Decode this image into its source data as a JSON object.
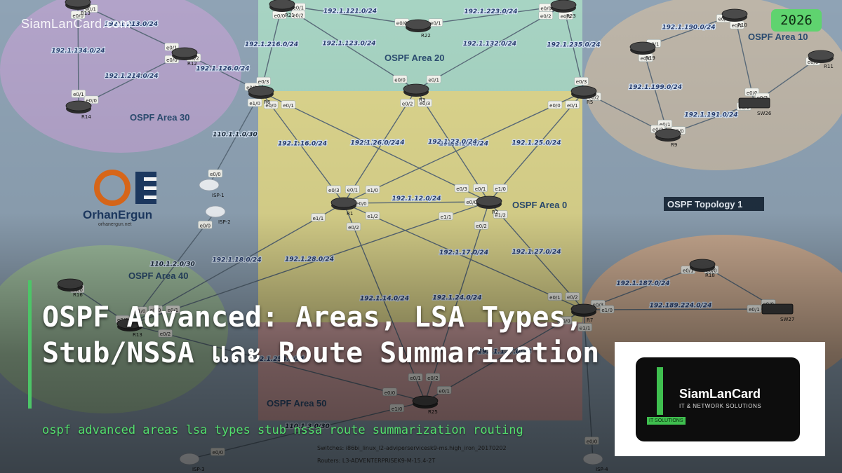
{
  "watermark": "SiamLanCard.com",
  "year_badge": "2026",
  "headline": "OSPF Advanced: Areas, LSA Types, Stub/NSSA และ Route Summarization",
  "tags": "ospf advanced areas lsa types stub nssa route summarization routing",
  "brand": {
    "name": "SiamLanCard",
    "tagline": "IT & NETWORK SOLUTIONS",
    "badge": "IT SOLUTIONS"
  },
  "colors": {
    "accent_green": "#4cc567",
    "tag_green": "#54e06e",
    "area0": "#e3d98a",
    "area20": "#a9d8c4",
    "area30": "#b8a3cc",
    "area10": "#c5b8a6",
    "area40": "#a3c49c",
    "area50": "#d4a0a0",
    "orhan_orange": "#e06a1a",
    "orhan_navy": "#1d3a63"
  },
  "diagram": {
    "topology_label": "OSPF Topology 1",
    "orhan_logo": {
      "name": "OrhanErgun",
      "url": "orhanergun.net"
    },
    "footer_lines": [
      "Switches: i86bi_linux_l2-adviperservicesk9-ms.high_iron_20170202",
      "Routers: L3-ADVENTERPRISEK9-M-15.4-2T"
    ],
    "areas": [
      {
        "name": "OSPF Area 0"
      },
      {
        "name": "OSPF Area 20"
      },
      {
        "name": "OSPF Area 30"
      },
      {
        "name": "OSPF Area 10"
      },
      {
        "name": "OSPF Area 40"
      },
      {
        "name": "OSPF Area 50"
      }
    ],
    "devices": [
      {
        "id": "R1",
        "label": "R1",
        "kind": "router"
      },
      {
        "id": "R2",
        "label": "R2",
        "kind": "router"
      },
      {
        "id": "R3",
        "label": "R3",
        "kind": "router"
      },
      {
        "id": "R5",
        "label": "R5",
        "kind": "router"
      },
      {
        "id": "R6",
        "label": "R6",
        "kind": "router"
      },
      {
        "id": "R7",
        "label": "R7",
        "kind": "router"
      },
      {
        "id": "R9",
        "label": "R9",
        "kind": "router"
      },
      {
        "id": "R10",
        "label": "R10",
        "kind": "router"
      },
      {
        "id": "R11",
        "label": "R11",
        "kind": "router"
      },
      {
        "id": "R12",
        "label": "R12",
        "kind": "router"
      },
      {
        "id": "R13",
        "label": "R13",
        "kind": "router"
      },
      {
        "id": "R14",
        "label": "R14",
        "kind": "router"
      },
      {
        "id": "R16",
        "label": "R16",
        "kind": "router"
      },
      {
        "id": "R18",
        "label": "R18",
        "kind": "router"
      },
      {
        "id": "R19",
        "label": "R19",
        "kind": "router"
      },
      {
        "id": "R21",
        "label": "R21",
        "kind": "router"
      },
      {
        "id": "R22",
        "label": "R22",
        "kind": "router"
      },
      {
        "id": "R23",
        "label": "R23",
        "kind": "router"
      },
      {
        "id": "R25",
        "label": "R25",
        "kind": "router"
      },
      {
        "id": "R43",
        "label": "R13",
        "kind": "router"
      },
      {
        "id": "SW26",
        "label": "SW26",
        "kind": "switch"
      },
      {
        "id": "SW27",
        "label": "SW27",
        "kind": "switch"
      },
      {
        "id": "ISP1",
        "label": "ISP-1",
        "kind": "cloud"
      },
      {
        "id": "ISP2",
        "label": "ISP-2",
        "kind": "cloud"
      },
      {
        "id": "ISP3",
        "label": "ISP-3",
        "kind": "cloud"
      },
      {
        "id": "ISP4",
        "label": "ISP-4",
        "kind": "cloud"
      }
    ],
    "links": [
      {
        "from": "R1",
        "to": "R2",
        "subnet": "192.1.12.0/24",
        "if_a": "e0/0",
        "if_b": "e0/0"
      },
      {
        "from": "R1",
        "to": "R6",
        "subnet": "192.1.16.0/24",
        "if_a": "e0/3",
        "if_b": "e0/0"
      },
      {
        "from": "R1",
        "to": "R3",
        "subnet": "192.1.13.0/24",
        "if_a": "e0/1",
        "if_b": "e0/2"
      },
      {
        "from": "R1",
        "to": "R5",
        "subnet": "192.1.15.0/24",
        "if_a": "e1/0",
        "if_b": "e0/0"
      },
      {
        "from": "R1",
        "to": "R7",
        "subnet": "192.1.17.0/24",
        "if_a": "e1/2",
        "if_b": "e0/1"
      },
      {
        "from": "R1",
        "to": "R43",
        "subnet": "192.1.18.0/24",
        "if_a": "e1/1",
        "if_b": "e0/0"
      },
      {
        "from": "R1",
        "to": "R25",
        "subnet": "192.1.14.0/24",
        "if_a": "e0/2",
        "if_b": "e0/1"
      },
      {
        "from": "R2",
        "to": "R6",
        "subnet": "192.1.26.0/24",
        "if_a": "e0/3",
        "if_b": "e0/1"
      },
      {
        "from": "R2",
        "to": "R3",
        "subnet": "192.1.23.0/24",
        "if_a": "e0/1",
        "if_b": "e0/3"
      },
      {
        "from": "R2",
        "to": "R5",
        "subnet": "192.1.25.0/24",
        "if_a": "e1/0",
        "if_b": "e0/1"
      },
      {
        "from": "R2",
        "to": "R7",
        "subnet": "192.1.27.0/24",
        "if_a": "e1/2",
        "if_b": "e0/2"
      },
      {
        "from": "R2",
        "to": "R43",
        "subnet": "192.1.28.0/24",
        "if_a": "e1/1",
        "if_b": "e0/1"
      },
      {
        "from": "R2",
        "to": "R25",
        "subnet": "192.1.24.0/24",
        "if_a": "e0/2",
        "if_b": "e0/2"
      },
      {
        "from": "R21",
        "to": "R22",
        "subnet": "192.1.121.0/24",
        "if_a": "e0/1",
        "if_b": "e0/0"
      },
      {
        "from": "R22",
        "to": "R23",
        "subnet": "192.1.223.0/24",
        "if_a": "e0/1",
        "if_b": "e0/0"
      },
      {
        "from": "R21",
        "to": "R3",
        "subnet": "192.1.123.0/24",
        "if_a": "e0/2",
        "if_b": "e0/0"
      },
      {
        "from": "R23",
        "to": "R3",
        "subnet": "192.1.132.0/24",
        "if_a": "e0/2",
        "if_b": "e0/1"
      },
      {
        "from": "R21",
        "to": "R6",
        "subnet": "192.1.216.0/24",
        "if_a": "e0/0",
        "if_b": "e0/3"
      },
      {
        "from": "R23",
        "to": "R5",
        "subnet": "192.1.235.0/24",
        "if_a": "e0/1",
        "if_b": "e0/3"
      },
      {
        "from": "R13",
        "to": "R12",
        "subnet": "192.1.213.0/24",
        "if_a": "e0/1",
        "if_b": "e0/1"
      },
      {
        "from": "R13",
        "to": "R14",
        "subnet": "192.1.134.0/24",
        "if_a": "e0/0",
        "if_b": "e0/1"
      },
      {
        "from": "R14",
        "to": "R12",
        "subnet": "192.1.214.0/24",
        "if_a": "e0/0",
        "if_b": "e0/0"
      },
      {
        "from": "R12",
        "to": "R6",
        "subnet": "192.1.126.0/24",
        "if_a": "e0/2",
        "if_b": "e0/2"
      },
      {
        "from": "R6",
        "to": "ISP1",
        "subnet": "110.1.1.0/30",
        "if_a": "e1/0",
        "if_b": "e0/0"
      },
      {
        "from": "ISP2",
        "to": "R43",
        "subnet": "110.1.2.0/30",
        "if_a": "e0/0",
        "if_b": "e1/0"
      },
      {
        "from": "R19",
        "to": "R10",
        "subnet": "192.1.190.0/24",
        "if_a": "e0/1",
        "if_b": "e0/0"
      },
      {
        "from": "R19",
        "to": "R9",
        "subnet": "192.1.199.0/24",
        "if_a": "e0/0",
        "if_b": "e0/1"
      },
      {
        "from": "R9",
        "to": "SW26",
        "subnet": "192.1.191.0/24",
        "if_a": "e0/0",
        "if_b": "e0/1"
      },
      {
        "from": "R5",
        "to": "R9",
        "subnet": "",
        "if_a": "e0/2",
        "if_b": "e0/2"
      },
      {
        "from": "R10",
        "to": "SW26",
        "subnet": "",
        "if_a": "e0/1",
        "if_b": "e0/0"
      },
      {
        "from": "R11",
        "to": "SW26",
        "subnet": "",
        "if_a": "e0/0",
        "if_b": "e0/2"
      },
      {
        "from": "R7",
        "to": "R18",
        "subnet": "192.1.187.0/24",
        "if_a": "e0/3",
        "if_b": "e0/1"
      },
      {
        "from": "R18",
        "to": "SW27",
        "subnet": "",
        "if_a": "e0/0",
        "if_b": "e0/0"
      },
      {
        "from": "R7",
        "to": "SW27",
        "subnet": "192.189.224.0/24",
        "if_a": "e1/0",
        "if_b": "e0/1"
      },
      {
        "from": "R43",
        "to": "R25",
        "subnet": "192.1.254.0/24",
        "if_a": "e0/2",
        "if_b": "e0/0"
      },
      {
        "from": "R7",
        "to": "R25",
        "subnet": "192.1.127.0/24",
        "if_a": "e0/0",
        "if_b": "e0/1"
      },
      {
        "from": "R16",
        "to": "R43",
        "subnet": "",
        "if_a": "e0/0",
        "if_b": "e0/3"
      },
      {
        "from": "R25",
        "to": "ISP3",
        "subnet": "110.1.3.0/30",
        "if_a": "e1/0",
        "if_b": "e0/0"
      },
      {
        "from": "R7",
        "to": "ISP4",
        "subnet": "",
        "if_a": "e1/1",
        "if_b": "e0/0"
      }
    ]
  }
}
